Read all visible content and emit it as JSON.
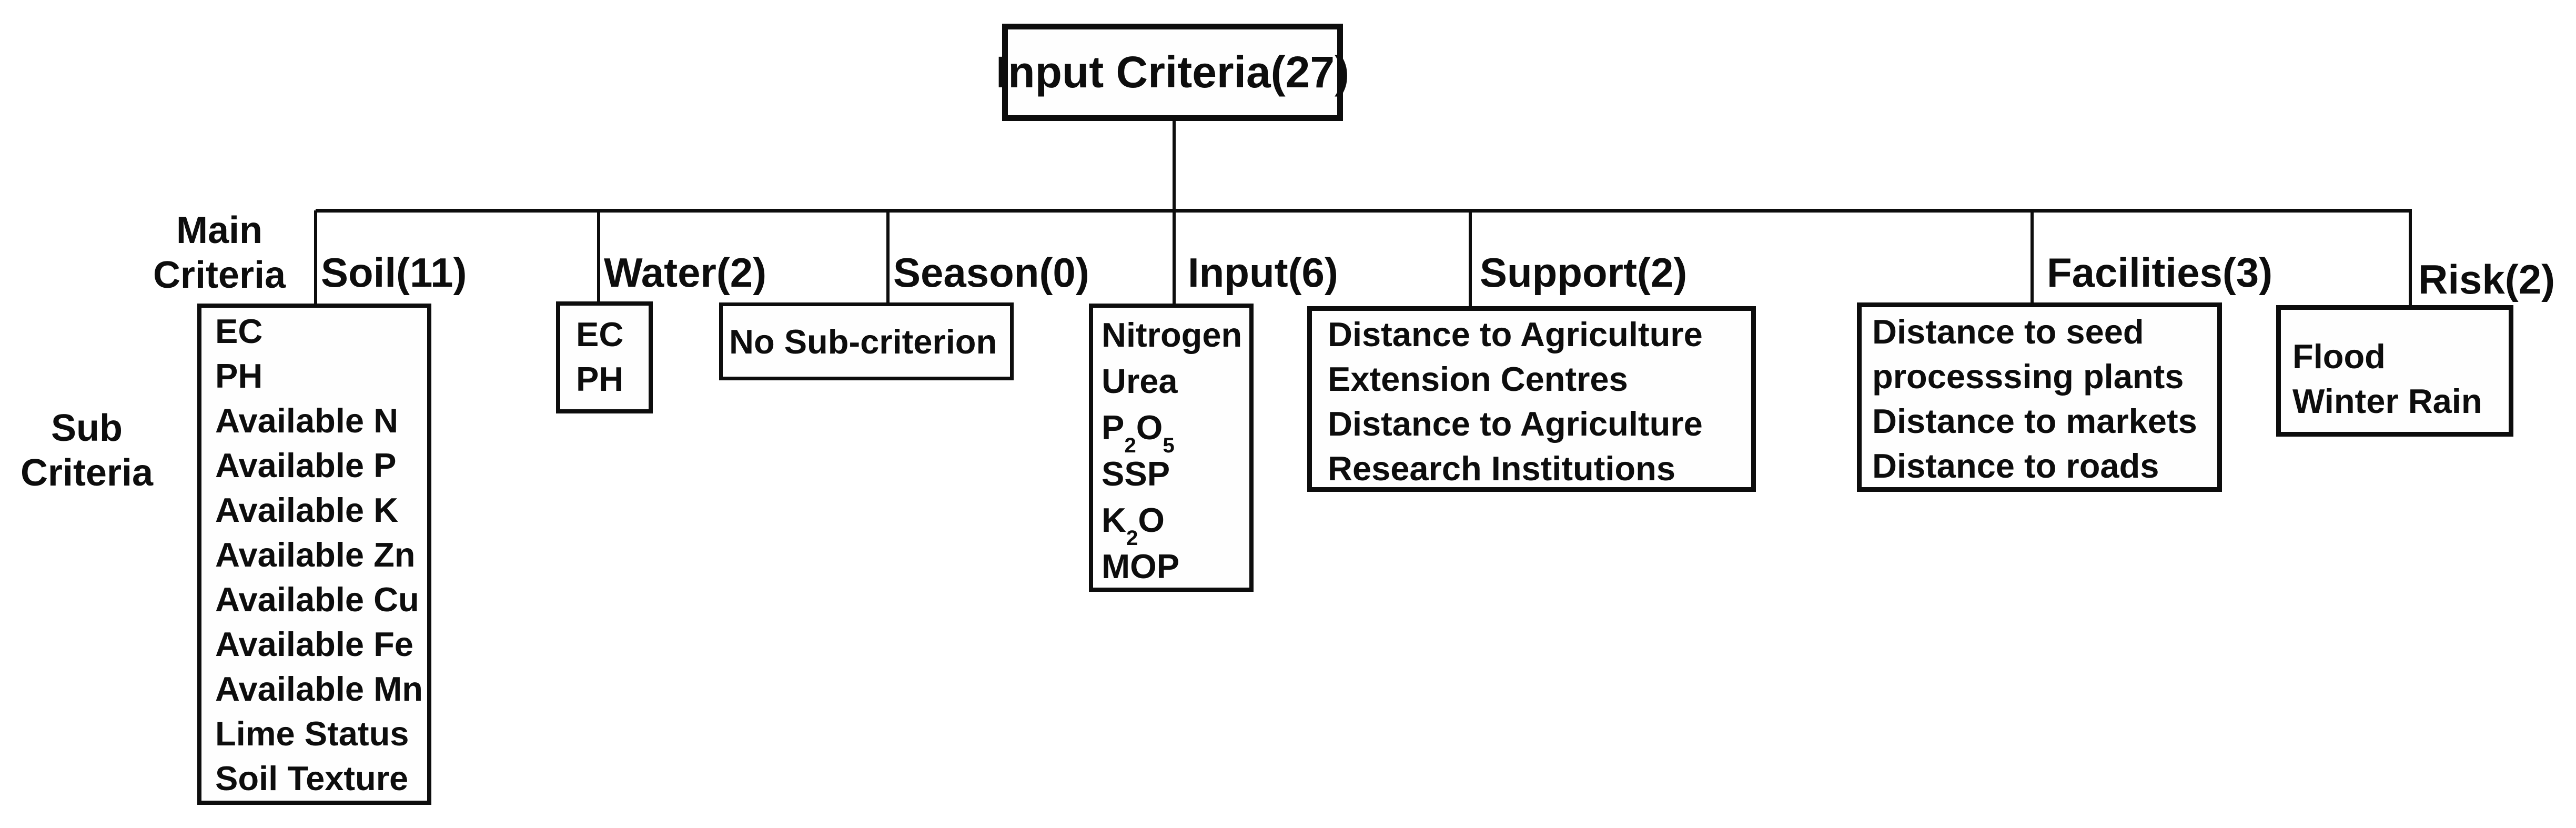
{
  "diagram_title": "Input criteria hierarchy",
  "root": {
    "label": "Input Criteria(27)"
  },
  "row_labels": {
    "main_criteria": [
      "Main",
      "Criteria"
    ],
    "sub_criteria": [
      "Sub",
      "Criteria"
    ]
  },
  "colors": {
    "line": "#0d0d0d",
    "text": "#0d0d0d",
    "background": "#ffffff"
  },
  "branches": [
    {
      "id": "soil",
      "label": "Soil(11)",
      "items": [
        "EC",
        "PH",
        "Available N",
        "Available P",
        "Available K",
        "Available Zn",
        "Available Cu",
        "Available Fe",
        "Available Mn",
        "Lime Status",
        "Soil Texture"
      ]
    },
    {
      "id": "water",
      "label": "Water(2)",
      "items": [
        "EC",
        "PH"
      ]
    },
    {
      "id": "season",
      "label": "Season(0)",
      "items": [
        "No Sub-criterion"
      ]
    },
    {
      "id": "input",
      "label": "Input(6)",
      "items": [
        "Nitrogen",
        "Urea",
        [
          {
            "t": "P"
          },
          {
            "t": "2",
            "sub": true
          },
          {
            "t": "O"
          },
          {
            "t": "5",
            "sub": true
          }
        ],
        "SSP",
        [
          {
            "t": "K"
          },
          {
            "t": "2",
            "sub": true
          },
          {
            "t": "O"
          }
        ],
        "MOP"
      ]
    },
    {
      "id": "support",
      "label": "Support(2)",
      "items": [
        "Distance to Agriculture",
        "Extension Centres",
        "Distance to Agriculture",
        "Research Institutions"
      ]
    },
    {
      "id": "facilities",
      "label": "Facilities(3)",
      "items": [
        "Distance to seed",
        "processsing plants",
        "Distance to markets",
        "Distance to roads"
      ]
    },
    {
      "id": "risk",
      "label": "Risk(2)",
      "items": [
        "Flood",
        "Winter Rain"
      ]
    }
  ]
}
